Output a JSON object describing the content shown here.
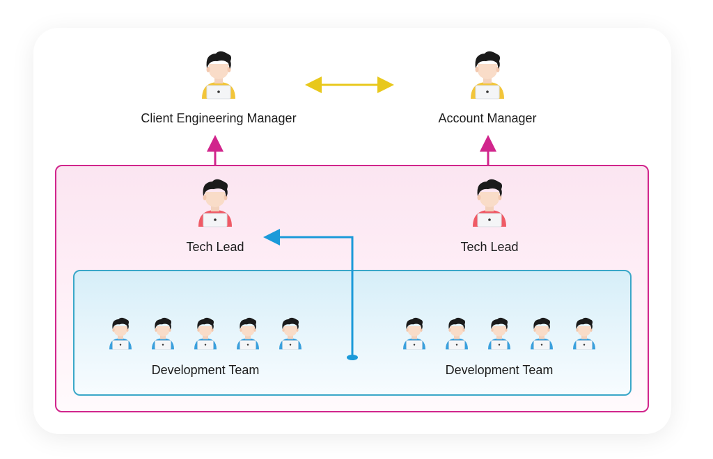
{
  "colors": {
    "manager_accent": "#f2c53a",
    "lead_accent": "#ef5b66",
    "dev_accent": "#3aa0dd",
    "pink_border": "#d1258c",
    "blue_border": "#3aa7c8",
    "yellow_arrow": "#e8c81c",
    "blue_arrow": "#1b9ad9"
  },
  "top": {
    "client_manager": {
      "label": "Client Engineering Manager",
      "icon": "person-laptop-icon"
    },
    "account_manager": {
      "label": "Account Manager",
      "icon": "person-laptop-icon"
    }
  },
  "leads": [
    {
      "label": "Tech Lead",
      "icon": "person-laptop-icon"
    },
    {
      "label": "Tech Lead",
      "icon": "person-laptop-icon"
    }
  ],
  "teams": [
    {
      "label": "Development Team",
      "members": 5
    },
    {
      "label": "Development Team",
      "members": 5
    }
  ]
}
